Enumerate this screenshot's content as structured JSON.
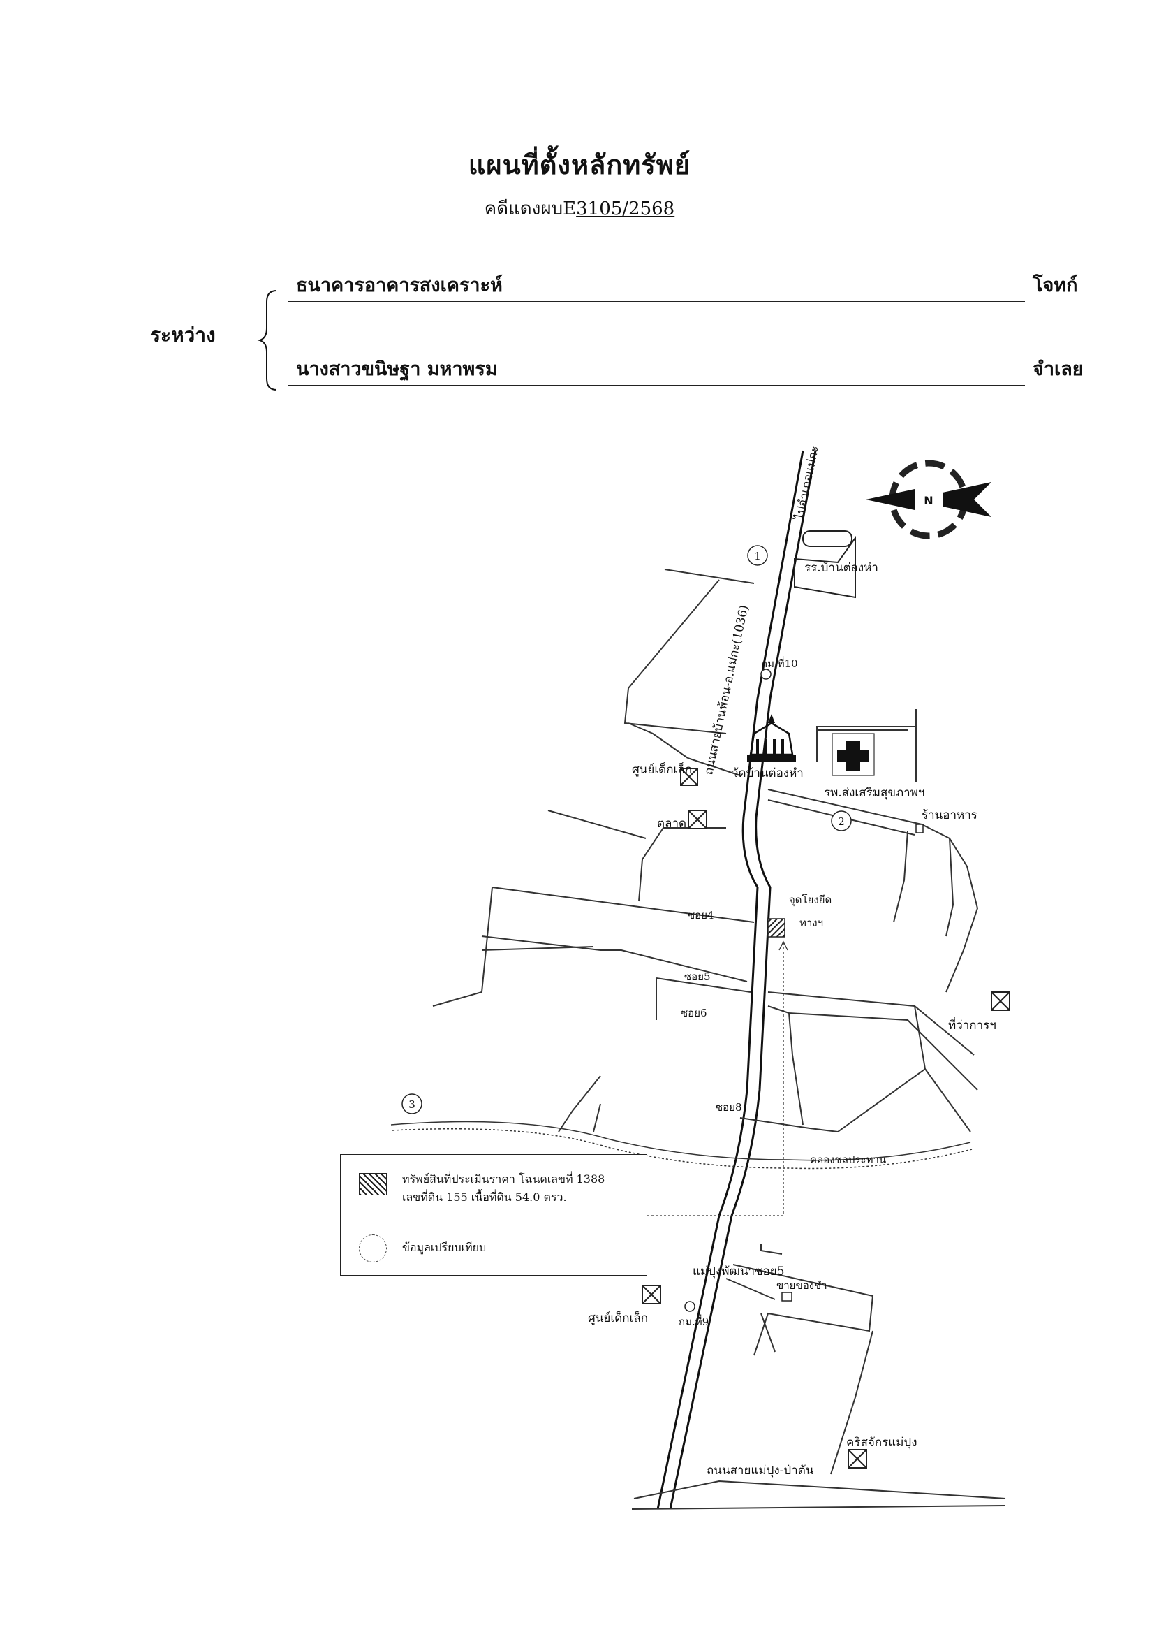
{
  "header": {
    "title": "แผนที่ตั้งหลักทรัพย์",
    "case_prefix": "คดีแดงผบE",
    "case_number": "3105/2568"
  },
  "parties": {
    "between_label": "ระหว่าง",
    "plaintiff_name": "ธนาคารอาคารสงเคราะห์",
    "plaintiff_role": "โจทก์",
    "defendant_name": "นางสาวขนิษฐา มหาพรม",
    "defendant_role": "จำเลย"
  },
  "map": {
    "north_letter": "N",
    "labels": {
      "to_road": "ไปอำเภอแม่กะ",
      "main_road": "ถนนสายบ้านพ้อน-อ.แม่กะ(1036)",
      "school": "รร.บ้านต่องหำ",
      "km10": "กม.ที่10",
      "temple": "วัดบ้านต่องหำ",
      "childcare_top": "ศูนย์เด็กเล็ก",
      "hospital": "รพ.ส่งเสริมสุขภาพฯ",
      "market": "ตลาด",
      "shop": "ร้านอาหาร",
      "landmark": "จุดโยงยึด",
      "path": "ทางฯ",
      "soi4": "ซอย4",
      "soi5": "ซอย5",
      "soi6": "ซอย6",
      "soi8": "ซอย8",
      "district_office": "ที่ว่าการฯ",
      "canal": "คลองชลประทาน",
      "maepung_soi5": "แม่ปุงพัฒนาซอย5",
      "sell_rice": "ขายของชำ",
      "childcare_bottom": "ศูนย์เด็กเล็ก",
      "km9": "กม.ที่9",
      "church": "คริสจักรแม่ปุง",
      "road_bottom": "ถนนสายแม่ปุง-ป่าตัน"
    },
    "comparables": [
      "1",
      "2",
      "3"
    ]
  },
  "legend": {
    "property_line1": "ทรัพย์สินที่ประเมินราคา โฉนดเลขที่ 1388",
    "property_line2": "เลขที่ดิน 155 เนื้อที่ดิน 54.0 ตรว.",
    "comparable": "ข้อมูลเปรียบเทียบ"
  }
}
